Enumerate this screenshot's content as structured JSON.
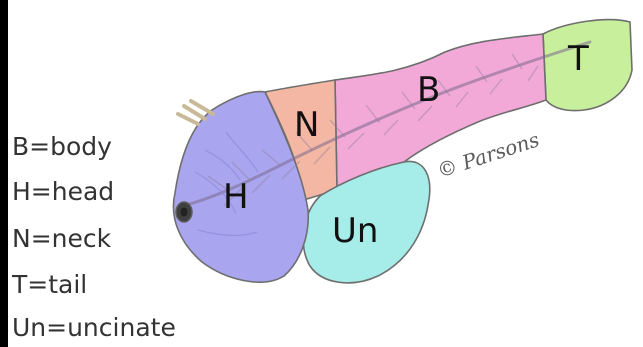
{
  "legend": {
    "items": [
      {
        "key": "B",
        "text": "B=body"
      },
      {
        "key": "H",
        "text": "H=head"
      },
      {
        "key": "N",
        "text": "N=neck"
      },
      {
        "key": "T",
        "text": "T=tail"
      },
      {
        "key": "Un",
        "text": "Un=uncinate"
      }
    ]
  },
  "diagram": {
    "labels": {
      "head": "H",
      "neck": "N",
      "body": "B",
      "tail": "T",
      "uncinate": "Un"
    },
    "signature": "© Parsons",
    "colors": {
      "head": "#a9a6ef",
      "neck": "#f4b7a4",
      "body": "#f2a9d8",
      "tail": "#c8ef9c",
      "uncinate": "#a6ece8",
      "outline": "#6e6e6e"
    }
  }
}
